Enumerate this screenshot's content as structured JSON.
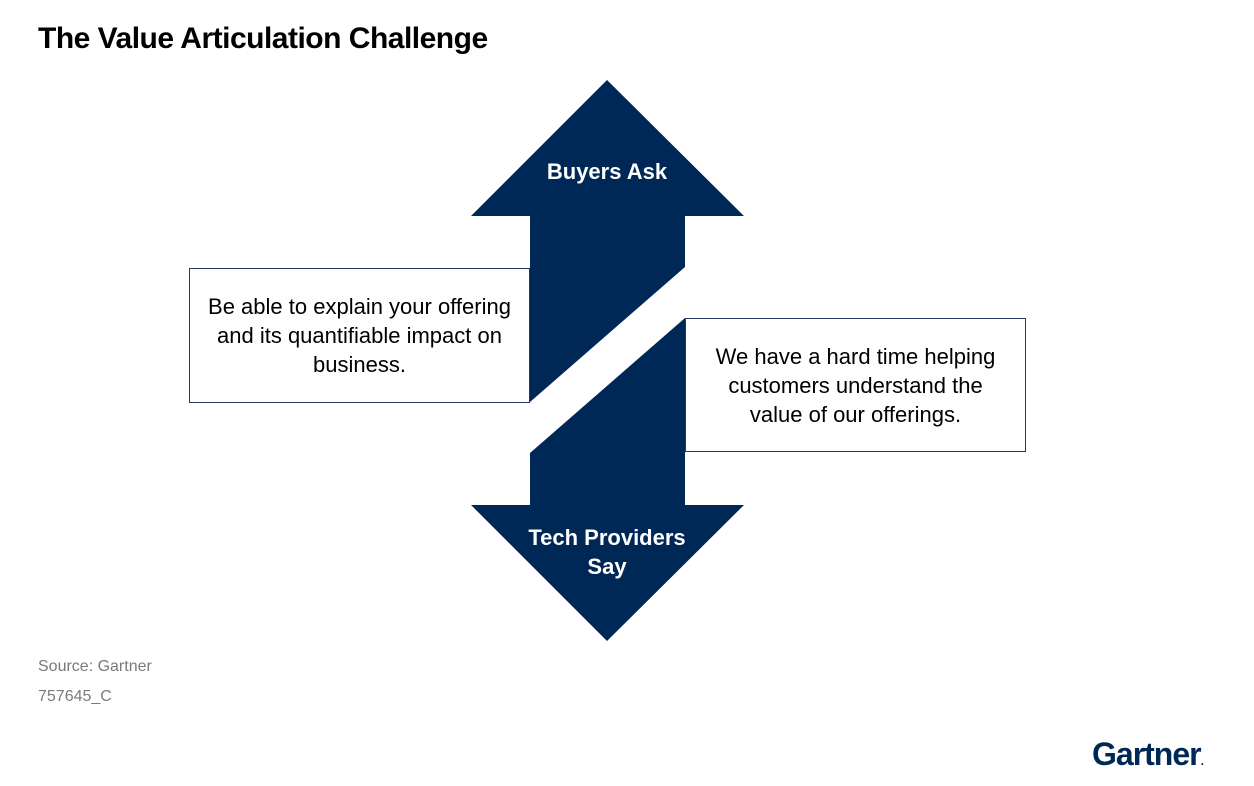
{
  "title": "The Value Articulation Challenge",
  "diagram": {
    "arrow_color": "#002856",
    "up_arrow": {
      "label": "Buyers Ask"
    },
    "down_arrow": {
      "label": "Tech Providers\nSay"
    },
    "buyers_callout": "Be able to explain your offering and its quantifiable impact on business.",
    "providers_callout": "We have a hard time helping customers understand the value of our offerings."
  },
  "footer": {
    "source": "Source: Gartner",
    "code": "757645_C"
  },
  "logo": {
    "text": "Gartner",
    "mark": "."
  }
}
